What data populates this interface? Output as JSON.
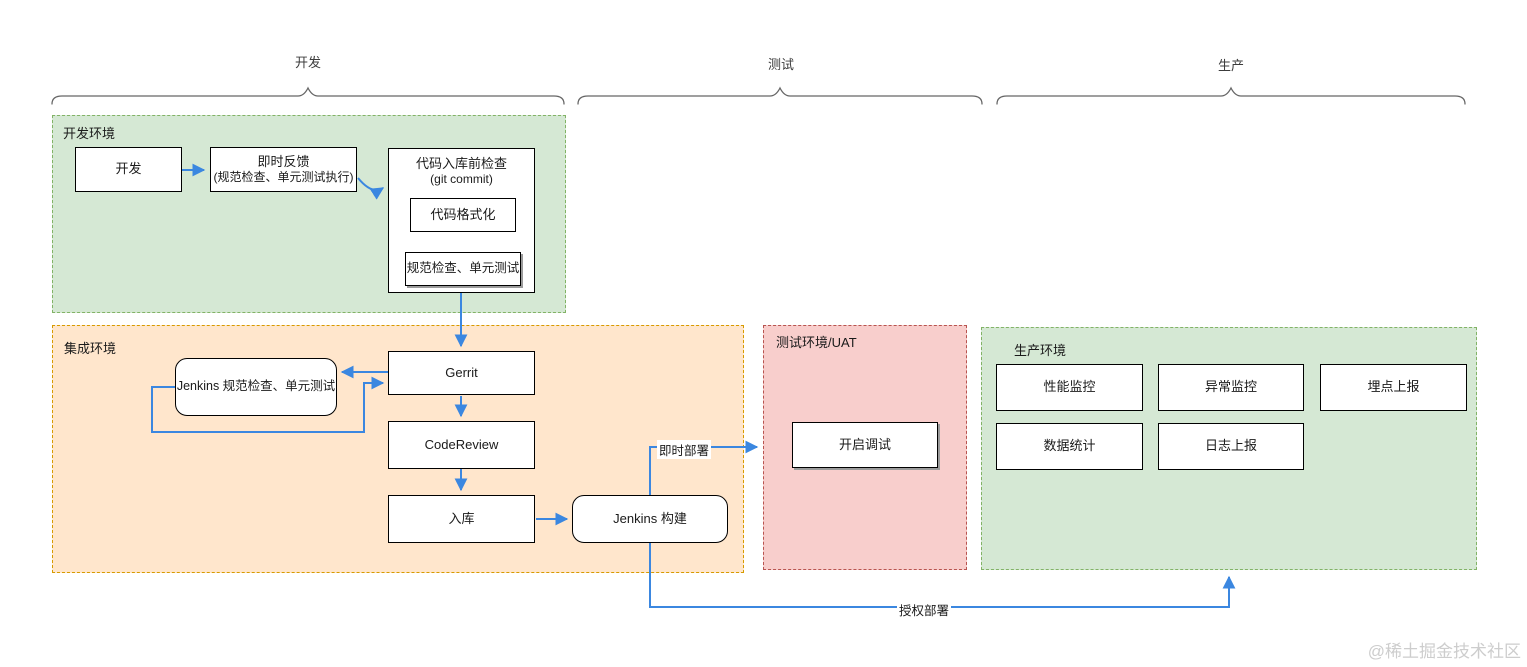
{
  "phases": {
    "dev": "开发",
    "test": "测试",
    "prod": "生产"
  },
  "regions": {
    "dev_env": "开发环境",
    "integration_env": "集成环境",
    "uat_env": "测试环境/UAT",
    "prod_env": "生产环境"
  },
  "nodes": {
    "dev": "开发",
    "feedback_line1": "即时反馈",
    "feedback_line2": "(规范检查、单元测试执行)",
    "precheck_line1": "代码入库前检查",
    "precheck_line2": "(git commit)",
    "format": "代码格式化",
    "lint_unit_test": "规范检查、单元测试",
    "jenkins_check": "Jenkins 规范检查、单元测试",
    "gerrit": "Gerrit",
    "codereview": "CodeReview",
    "store": "入库",
    "jenkins_build": "Jenkins 构建",
    "debug": "开启调试",
    "perf_monitor": "性能监控",
    "error_monitor": "异常监控",
    "tracking_report": "埋点上报",
    "data_stats": "数据统计",
    "log_report": "日志上报"
  },
  "edge_labels": {
    "instant_deploy": "即时部署",
    "authorized_deploy": "授权部署"
  },
  "colors": {
    "region_green_fill": "#d5e8d4",
    "region_green_border": "#82b366",
    "region_orange_fill": "#ffe6cc",
    "region_orange_border": "#d79b00",
    "region_pink_fill": "#f8cecc",
    "region_pink_border": "#b85450",
    "arrow_blue": "#3b87e0",
    "brace_gray": "#666666"
  },
  "watermark": "@稀土掘金技术社区"
}
